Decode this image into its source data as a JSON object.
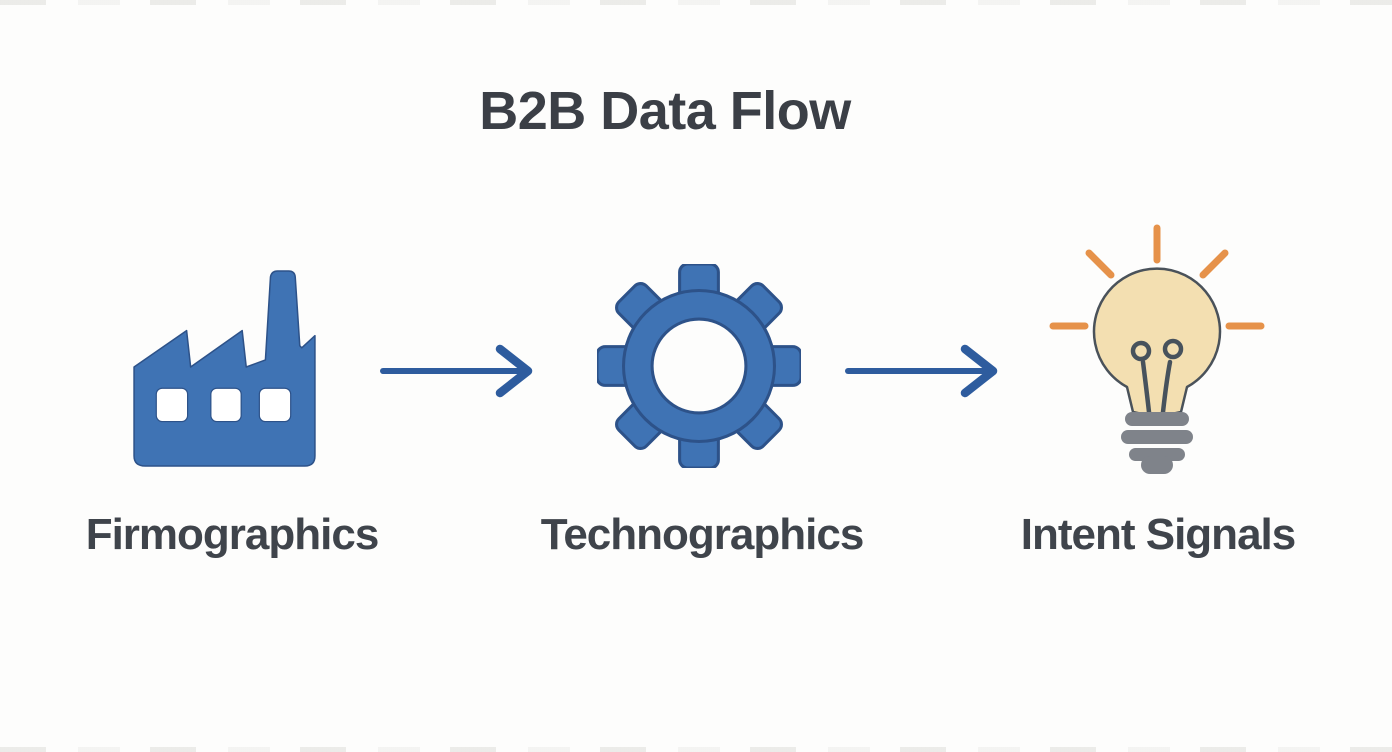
{
  "title": "B2B Data Flow",
  "steps": [
    {
      "label": "Firmographics",
      "icon": "factory-icon"
    },
    {
      "label": "Technographics",
      "icon": "gear-icon"
    },
    {
      "label": "Intent Signals",
      "icon": "lightbulb-icon"
    }
  ],
  "connectors": [
    {
      "icon": "arrow-right-icon"
    },
    {
      "icon": "arrow-right-icon"
    }
  ],
  "colors": {
    "background": "#fdfdfc",
    "title_text": "#3b3f46",
    "label_text": "#3f444b",
    "icon_blue": "#3f73b4",
    "icon_blue_outline": "#2d5289",
    "arrow_blue": "#2e5c9e",
    "bulb_fill": "#f3dfb1",
    "bulb_outline": "#4a525a",
    "ray_orange": "#e6924a",
    "filament_gray": "#47525c",
    "base_gray": "#7f838a"
  }
}
